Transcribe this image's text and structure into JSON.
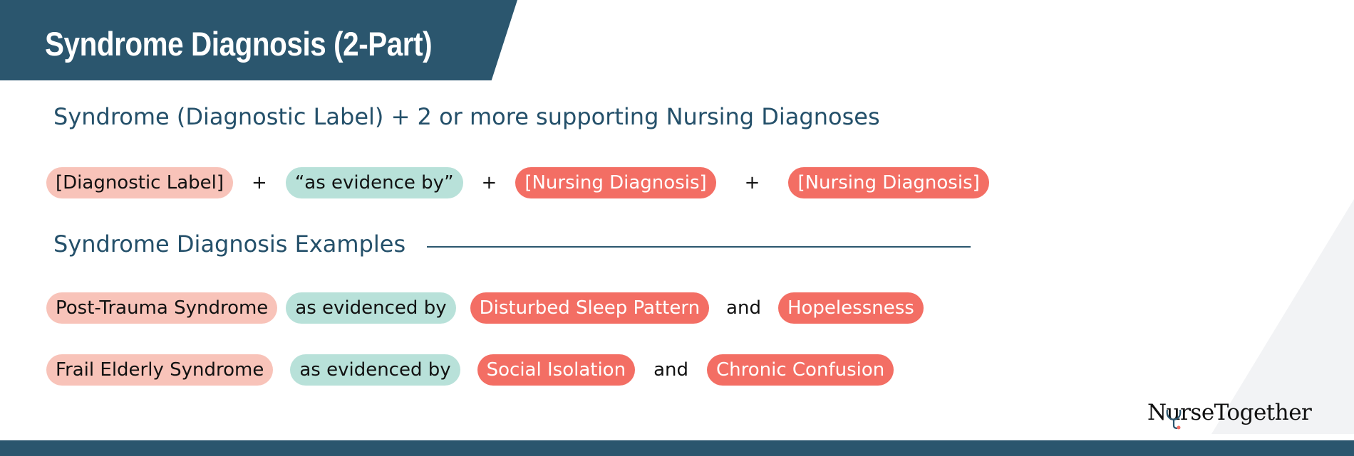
{
  "title": "Syndrome Diagnosis (2-Part)",
  "subtitle": "Syndrome (Diagnostic Label) + 2 or more supporting Nursing Diagnoses",
  "formula": {
    "diagnostic_label": "[Diagnostic Label]",
    "plus1": "+",
    "evidence": "“as evidence by”",
    "plus2": "+",
    "nursing_dx_1": "[Nursing Diagnosis]",
    "plus3": "+",
    "nursing_dx_2": "[Nursing Diagnosis]"
  },
  "examples_heading": "Syndrome Diagnosis Examples",
  "examples": [
    {
      "syndrome": "Post-Trauma Syndrome",
      "evidence": "as evidenced by",
      "dx1": "Disturbed Sleep Pattern",
      "conj": "and",
      "dx2": "Hopelessness"
    },
    {
      "syndrome": "Frail Elderly Syndrome",
      "evidence": "as evidenced by",
      "dx1": "Social Isolation",
      "conj": "and",
      "dx2": "Chronic Confusion"
    }
  ],
  "logo": {
    "text": "NurseTogether",
    "icon": "stethoscope-icon"
  },
  "colors": {
    "banner": "#2b566e",
    "heading_text": "#24506a",
    "label_pill": "#f8c3b9",
    "evidence_pill": "#b8e1d9",
    "nursing_pill": "#f36e64"
  }
}
